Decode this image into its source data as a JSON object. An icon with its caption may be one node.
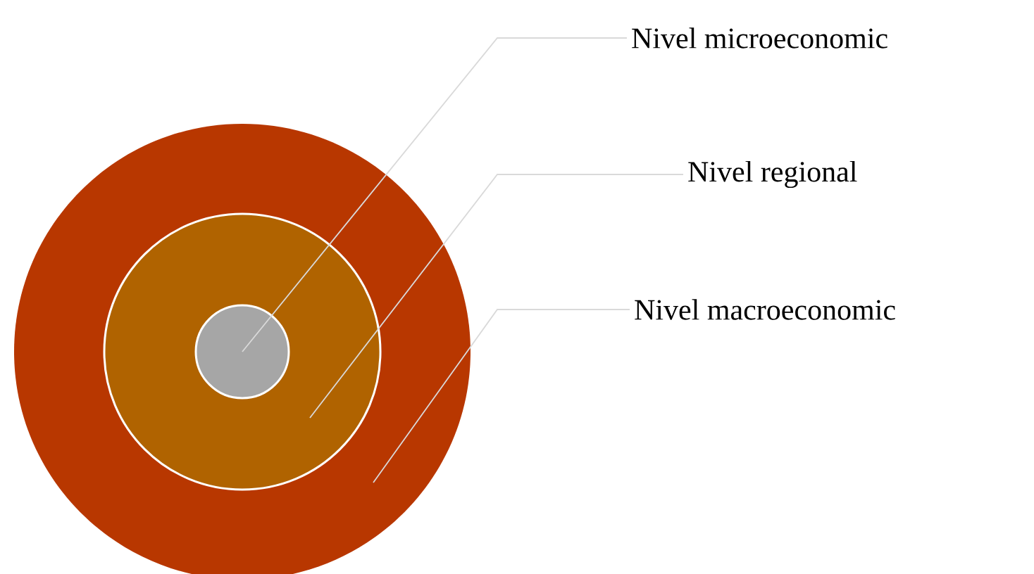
{
  "diagram": {
    "nodes": [
      {
        "text": [],
        "shape": "circle"
      },
      {
        "text": [],
        "shape": "circle",
        "in": 0
      },
      {
        "text": [],
        "shape": "circle",
        "in": 1
      },
      {
        "text": [
          "Nivel microeconomic"
        ]
      },
      {
        "text": [
          "Nivel regional"
        ]
      },
      {
        "text": [
          "Nivel macroeconomic"
        ]
      }
    ],
    "edges": [
      {
        "from": 3,
        "to": 2,
        "arrow": "none"
      },
      {
        "from": 4,
        "to": 1,
        "arrow": "none"
      },
      {
        "from": 5,
        "to": 0,
        "arrow": "none"
      }
    ]
  }
}
